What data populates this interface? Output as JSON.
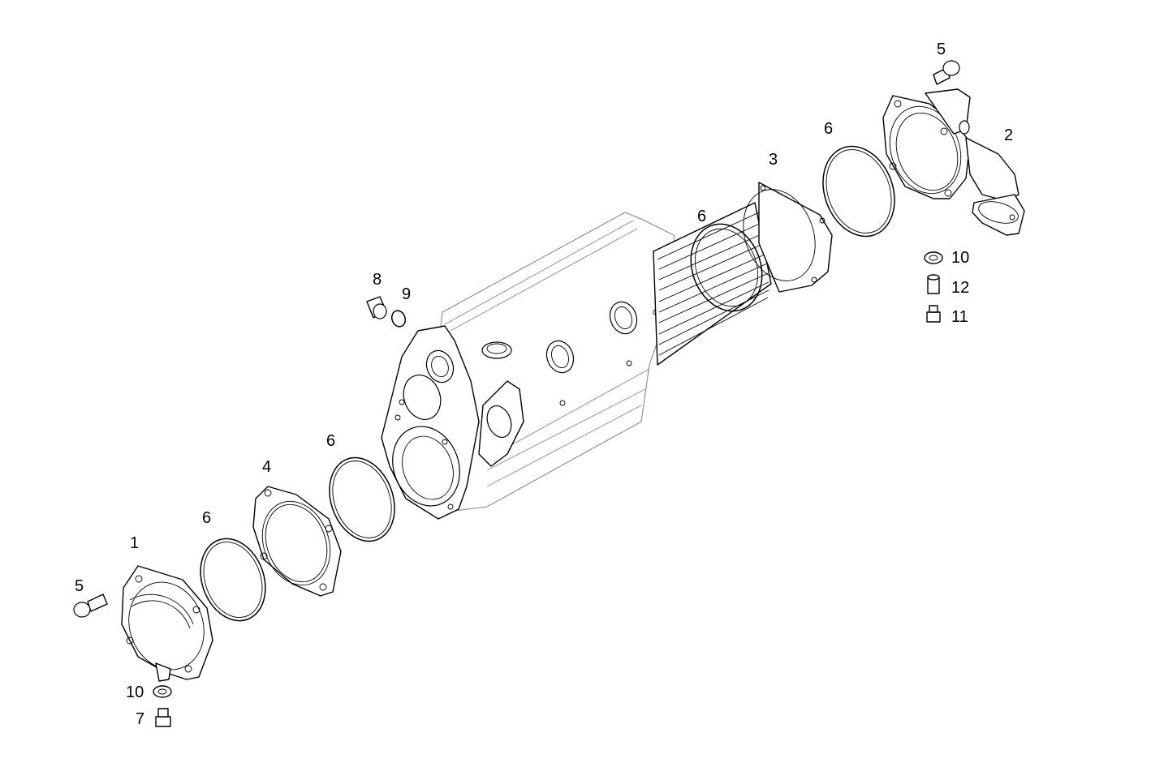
{
  "callouts": {
    "c1": "1",
    "c2": "2",
    "c3": "3",
    "c4": "4",
    "c5a": "5",
    "c5b": "5",
    "c6a": "6",
    "c6b": "6",
    "c6c": "6",
    "c6d": "6",
    "c7": "7",
    "c8": "8",
    "c9": "9",
    "c10a": "10",
    "c10b": "10",
    "c11": "11",
    "c12": "12"
  },
  "colors": {
    "line": "#000000",
    "hidden_line": "#8a8a8a",
    "background": "#ffffff"
  }
}
